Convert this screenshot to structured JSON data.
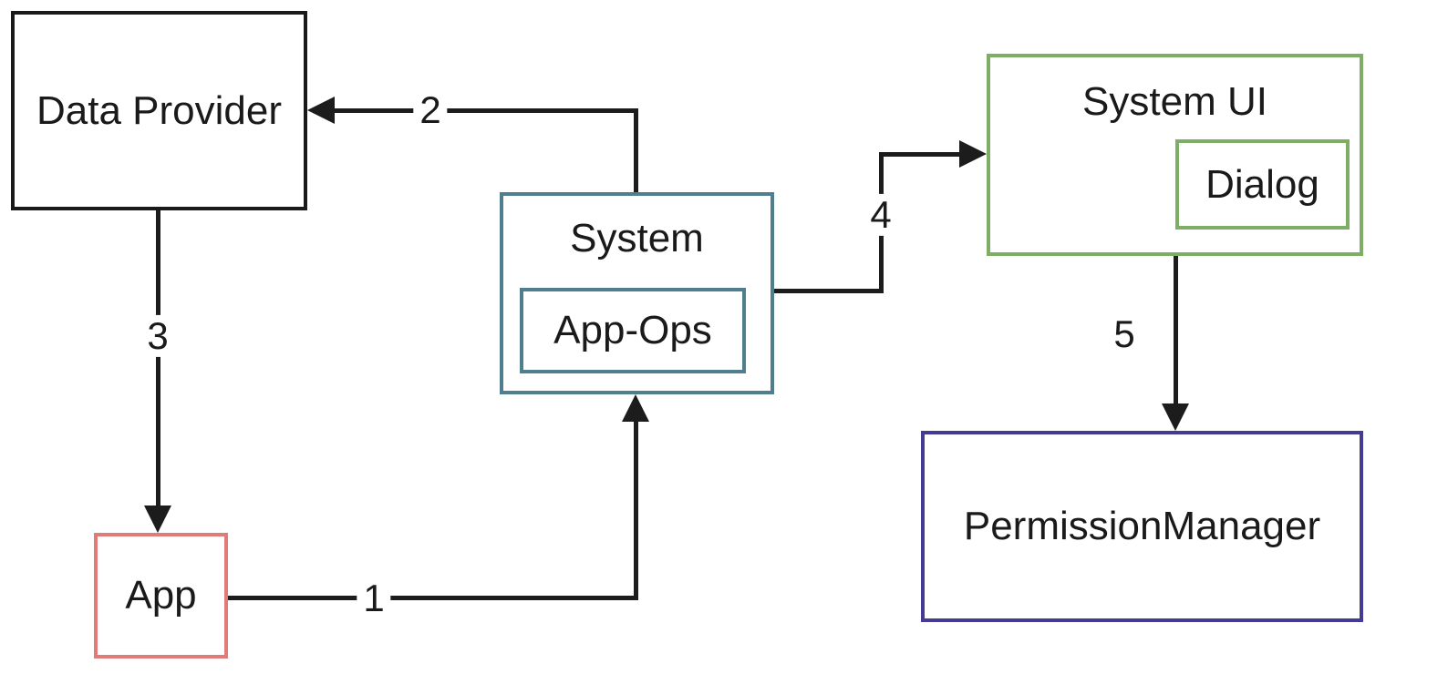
{
  "colors": {
    "background": "#ffffff",
    "line": "#1c1c1c",
    "text": "#1a1a1a",
    "data_provider_border": "#1a1a1a",
    "system_border": "#4f7e8e",
    "system_ui_border": "#7dae63",
    "permission_manager_border": "#443c92",
    "app_border": "#e07b77"
  },
  "nodes": {
    "data_provider": {
      "label": "Data Provider"
    },
    "system": {
      "label": "System"
    },
    "app_ops": {
      "label": "App-Ops"
    },
    "system_ui": {
      "label": "System UI"
    },
    "dialog": {
      "label": "Dialog"
    },
    "permission_manager": {
      "label": "PermissionManager"
    },
    "app": {
      "label": "App"
    }
  },
  "edges": {
    "e1": {
      "label": "1",
      "from": "App",
      "to": "System"
    },
    "e2": {
      "label": "2",
      "from": "System",
      "to": "Data Provider"
    },
    "e3": {
      "label": "3",
      "from": "Data Provider",
      "to": "App"
    },
    "e4": {
      "label": "4",
      "from": "System",
      "to": "System UI"
    },
    "e5": {
      "label": "5",
      "from": "System UI",
      "to": "PermissionManager"
    }
  }
}
